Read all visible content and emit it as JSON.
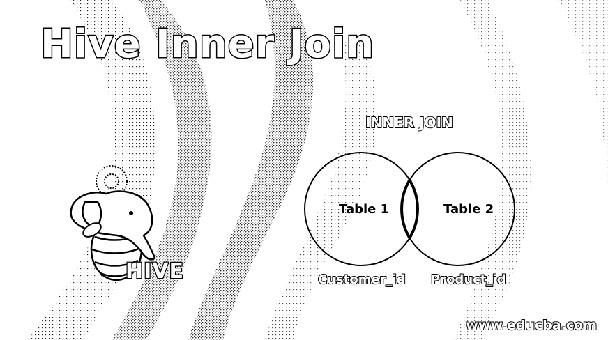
{
  "title": "Hive Inner Join",
  "logo": {
    "icon": "hive-bee-elephant-logo",
    "text": "HIVE"
  },
  "venn": {
    "heading": "INNER JOIN",
    "left_set": {
      "label": "Table 1",
      "key": "Customer_id"
    },
    "right_set": {
      "label": "Table 2",
      "key": "Product_id"
    }
  },
  "footer": {
    "site": "www.educba.com"
  }
}
